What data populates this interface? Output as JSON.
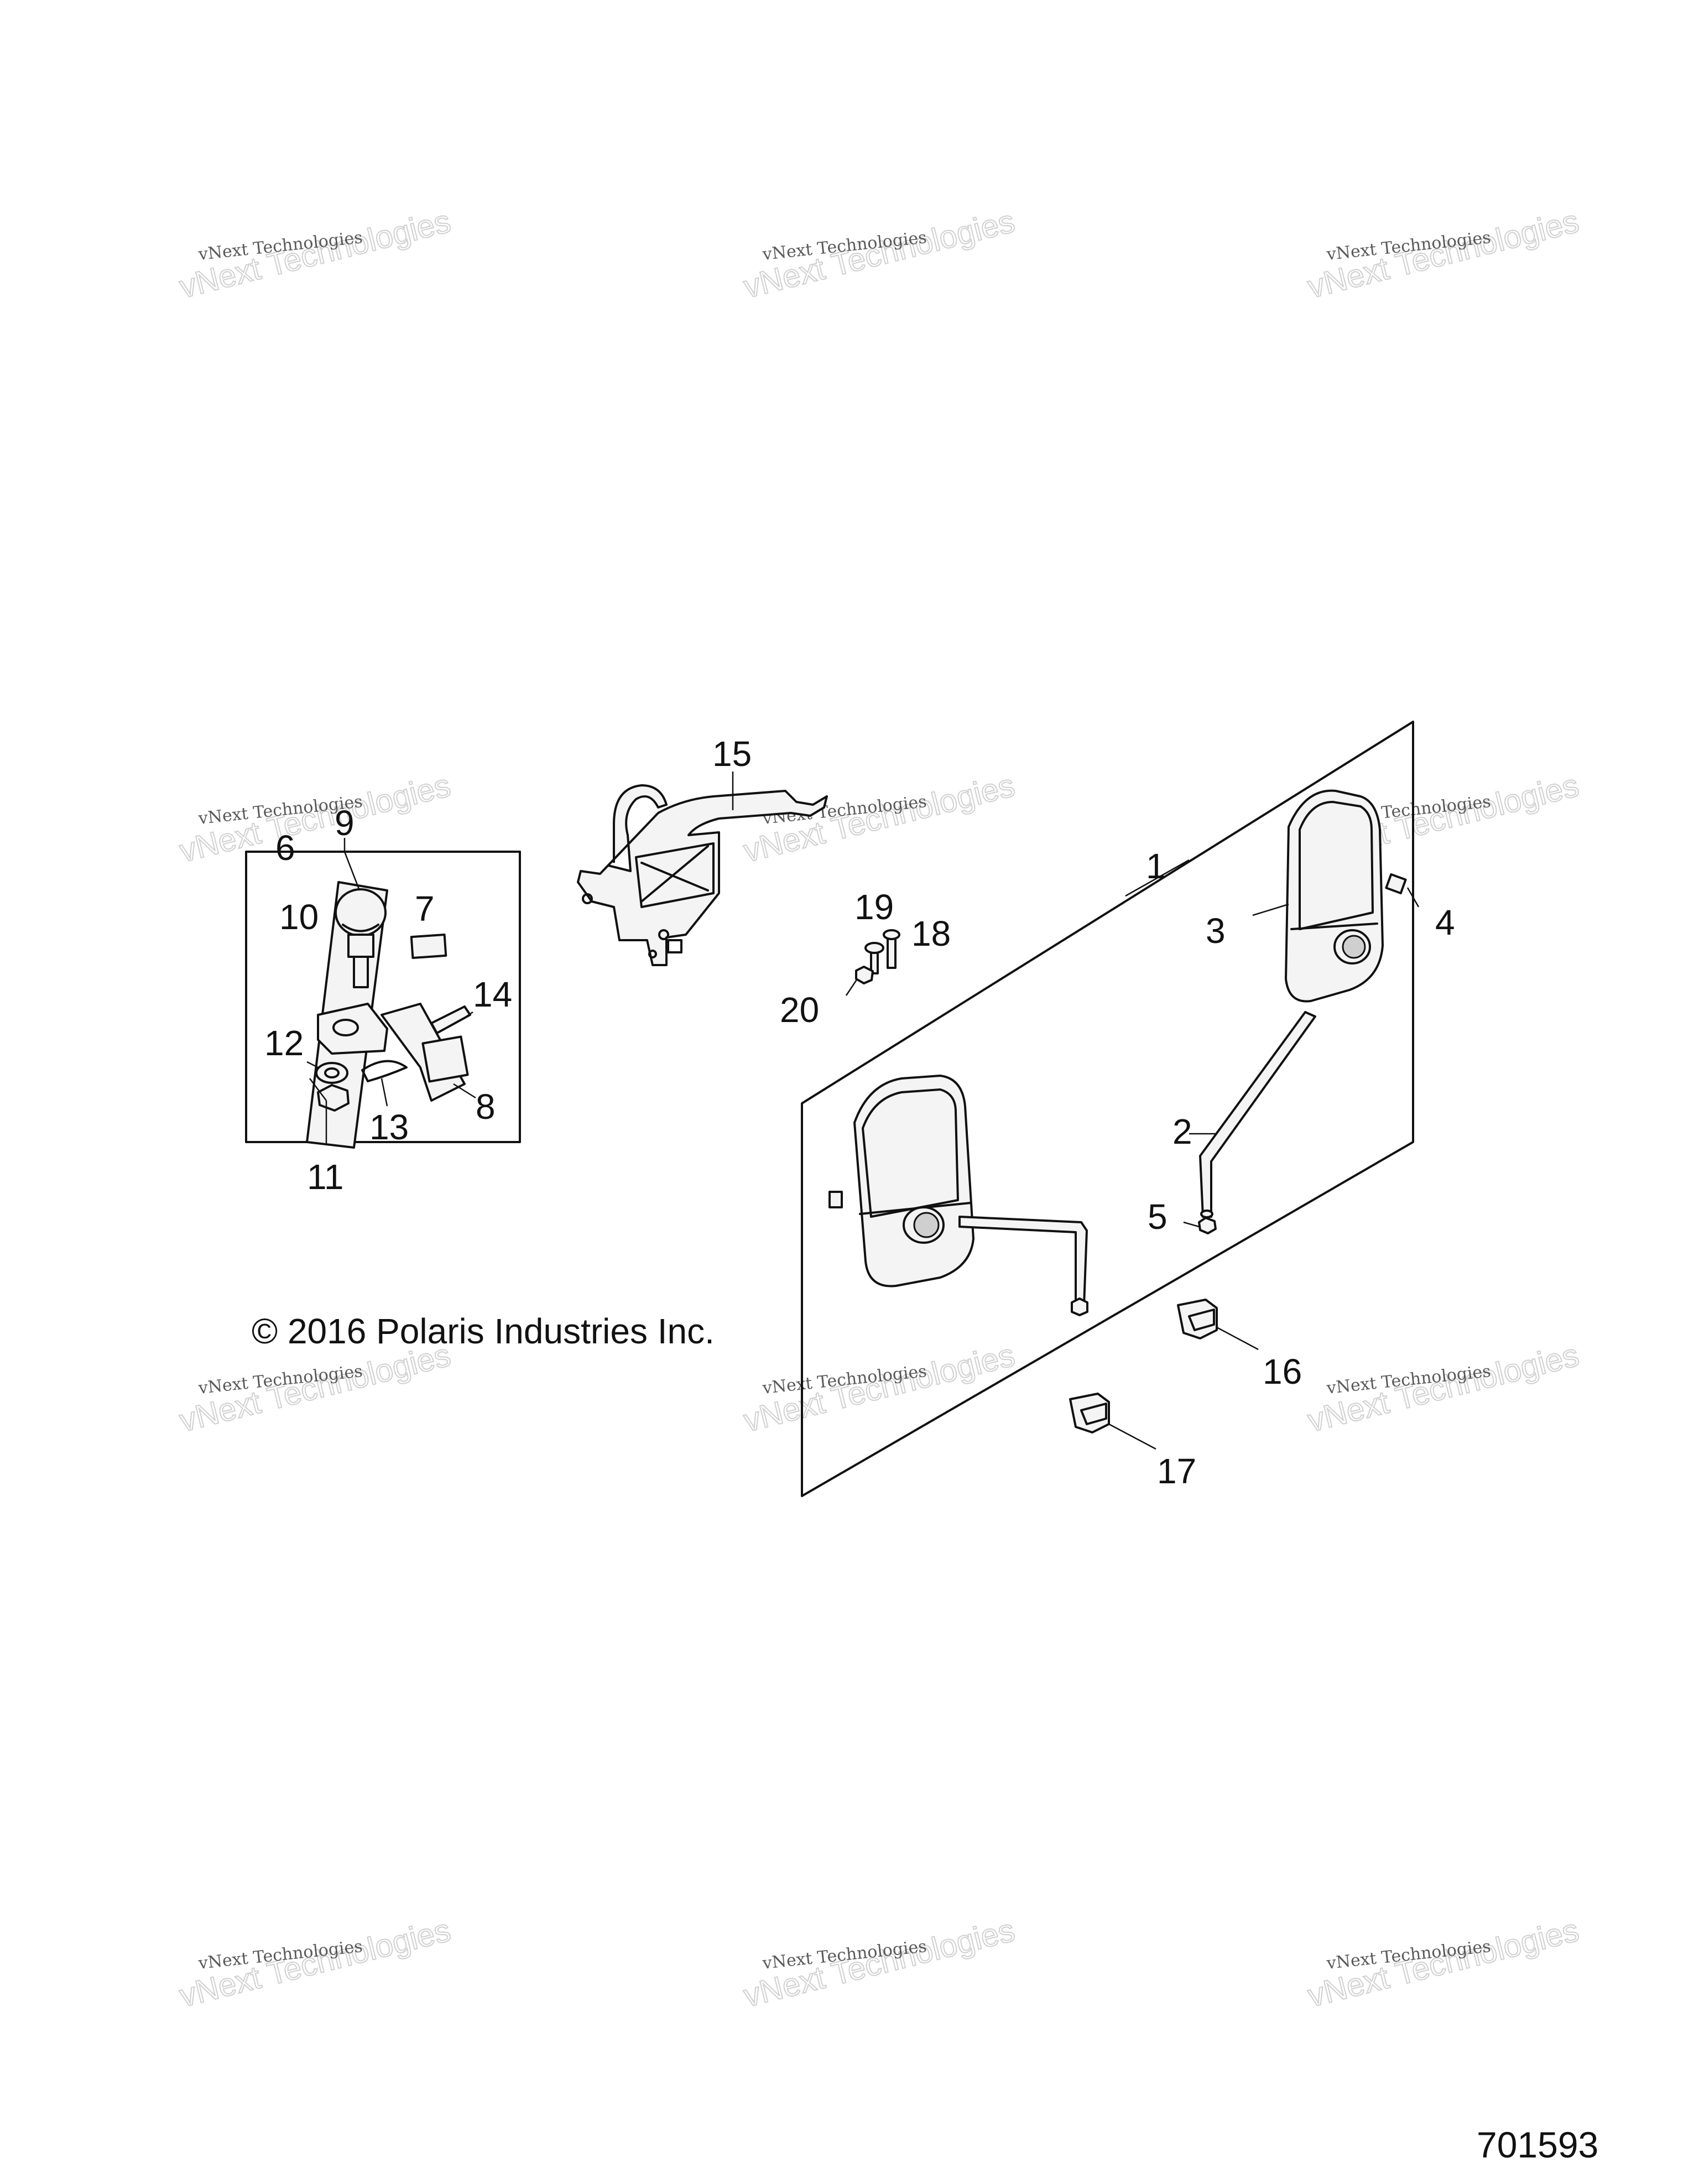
{
  "diagram": {
    "copyright": "© 2016 Polaris Industries Inc.",
    "figure_number": "701593",
    "watermark": {
      "line1": "vNext Technologies",
      "line2": "vNext Technologies"
    },
    "callouts": {
      "c1": "1",
      "c2": "2",
      "c3": "3",
      "c4": "4",
      "c5": "5",
      "c6": "6",
      "c7": "7",
      "c8": "8",
      "c9": "9",
      "c10": "10",
      "c11": "11",
      "c12": "12",
      "c13": "13",
      "c14": "14",
      "c15": "15",
      "c16": "16",
      "c17": "17",
      "c18": "18",
      "c19": "19",
      "c20": "20"
    }
  }
}
